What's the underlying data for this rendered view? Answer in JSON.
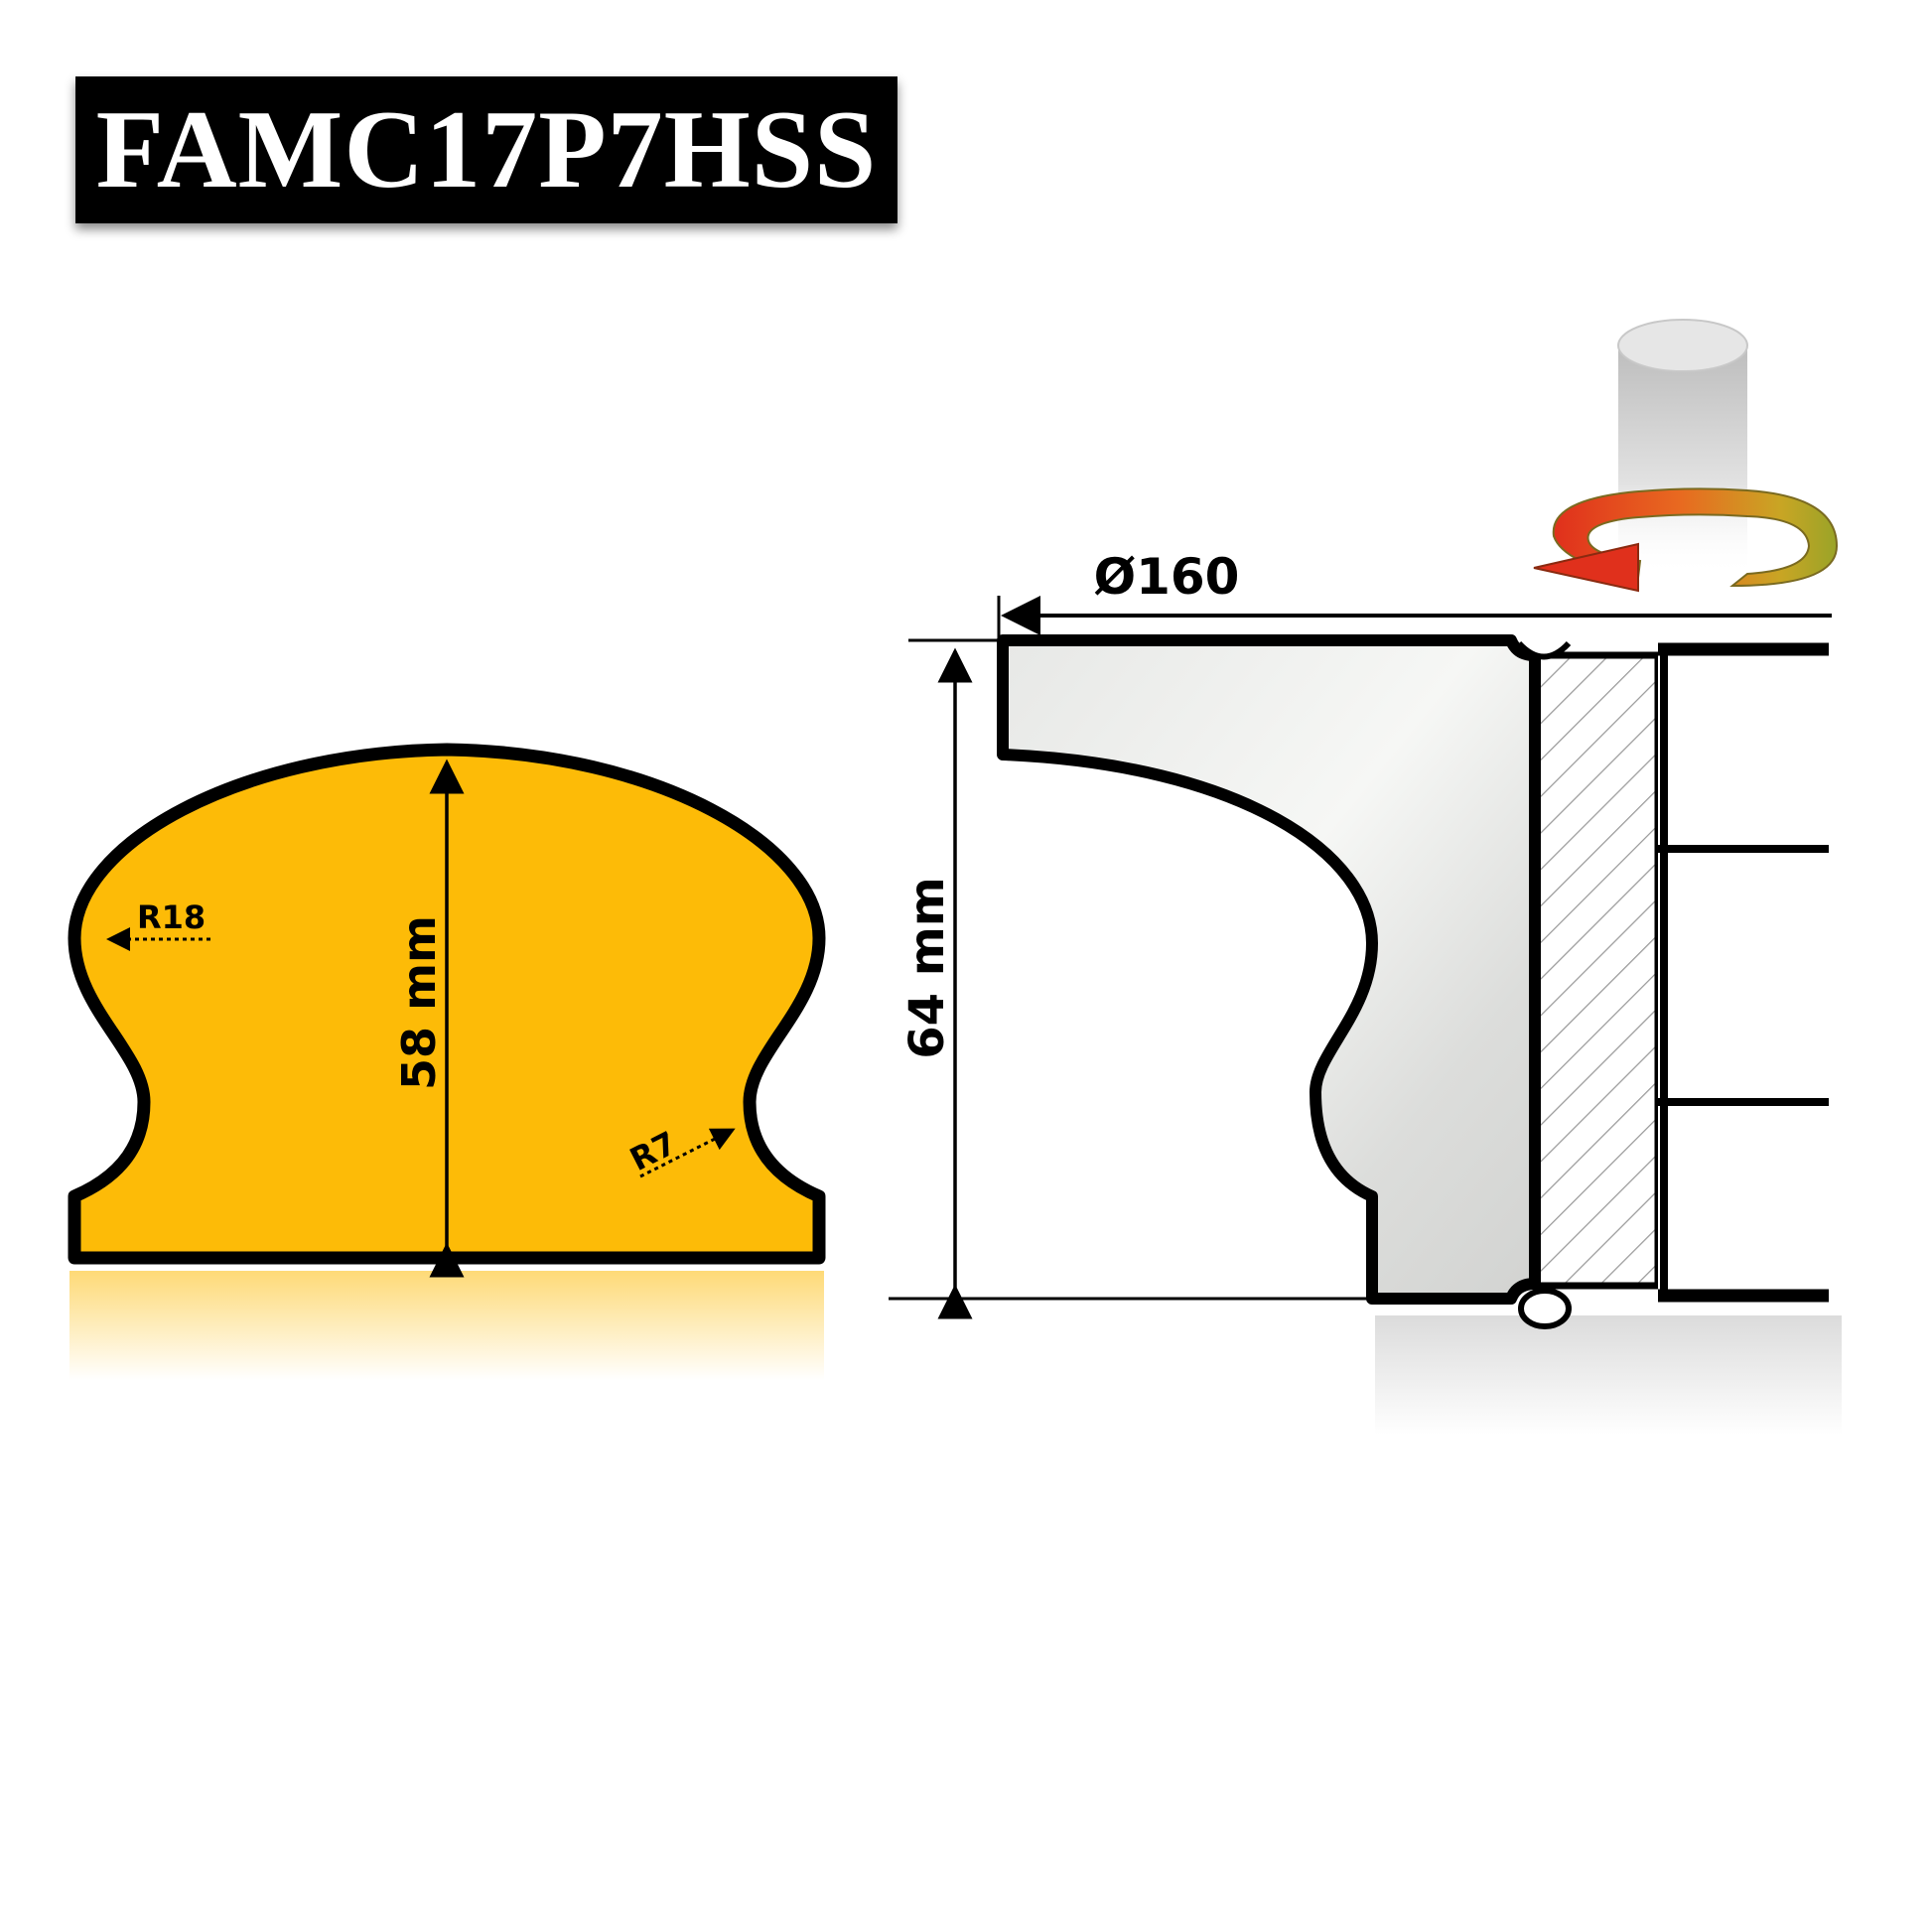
{
  "title": "FAMC17P7HSS",
  "profile": {
    "height_label": "58 mm",
    "radius_large_label": "R18",
    "radius_small_label": "R7",
    "fill_color": "#FDBB07"
  },
  "cutter": {
    "diameter_label": "Ø160",
    "height_label": "64 mm",
    "rotation_icon": "rotation-arrow-icon",
    "spindle_icon": "spindle-cylinder-icon"
  }
}
